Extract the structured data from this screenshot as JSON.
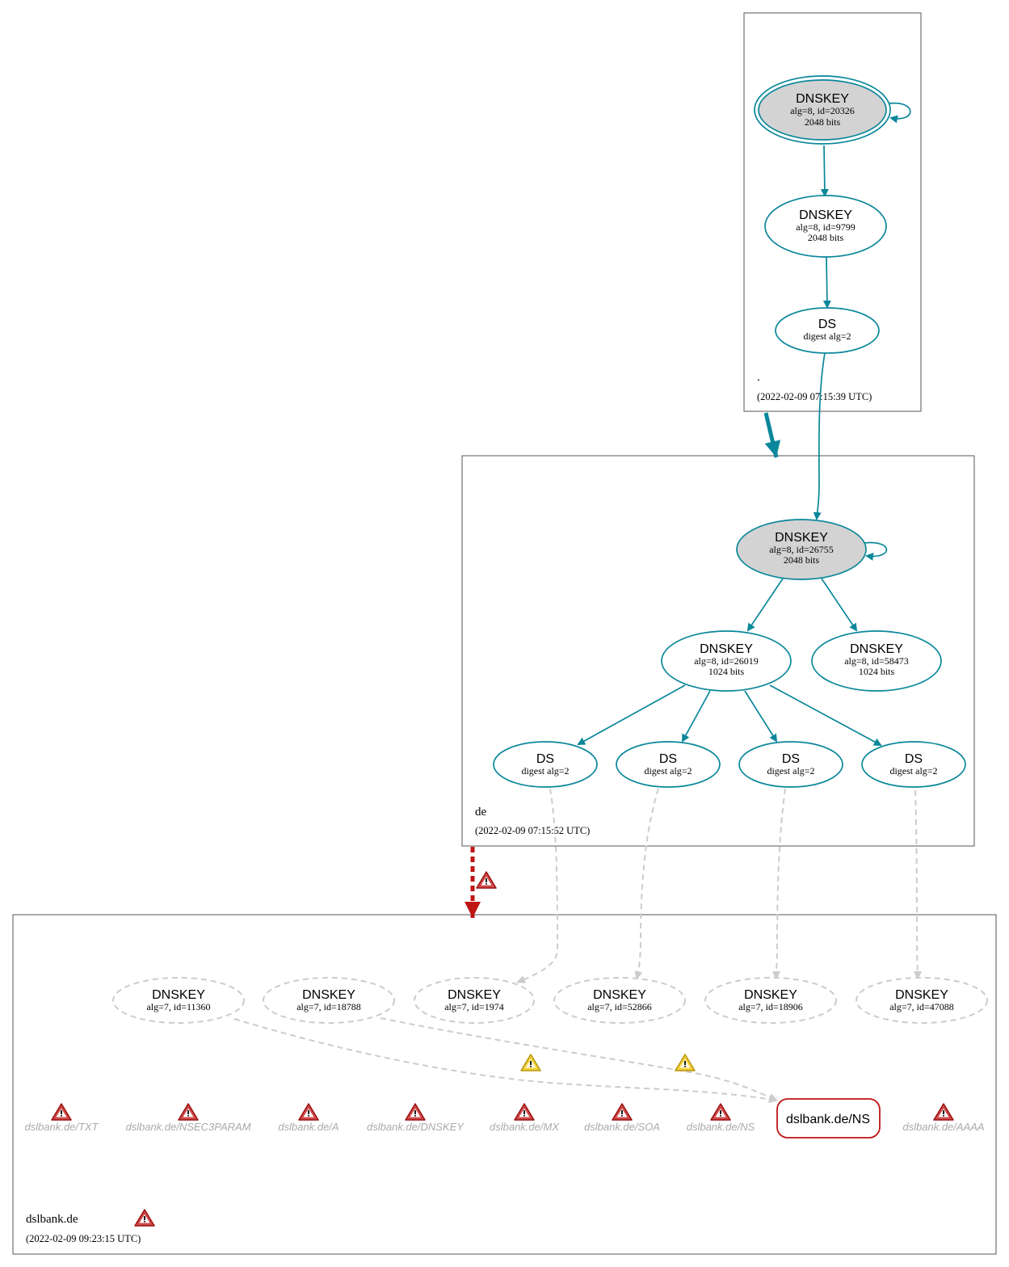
{
  "zones": [
    {
      "id": "root",
      "name": ".",
      "timestamp": "(2022-02-09 07:15:39 UTC)"
    },
    {
      "id": "de",
      "name": "de",
      "timestamp": "(2022-02-09 07:15:52 UTC)"
    },
    {
      "id": "dslbank",
      "name": "dslbank.de",
      "timestamp": "(2022-02-09 09:23:15 UTC)"
    }
  ],
  "nodes": {
    "root_ksk": {
      "title": "DNSKEY",
      "sub1": "alg=8, id=20326",
      "sub2": "2048 bits"
    },
    "root_zsk": {
      "title": "DNSKEY",
      "sub1": "alg=8, id=9799",
      "sub2": "2048 bits"
    },
    "root_ds": {
      "title": "DS",
      "sub1": "digest alg=2"
    },
    "de_ksk": {
      "title": "DNSKEY",
      "sub1": "alg=8, id=26755",
      "sub2": "2048 bits"
    },
    "de_zsk1": {
      "title": "DNSKEY",
      "sub1": "alg=8, id=26019",
      "sub2": "1024 bits"
    },
    "de_zsk2": {
      "title": "DNSKEY",
      "sub1": "alg=8, id=58473",
      "sub2": "1024 bits"
    },
    "de_ds1": {
      "title": "DS",
      "sub1": "digest alg=2"
    },
    "de_ds2": {
      "title": "DS",
      "sub1": "digest alg=2"
    },
    "de_ds3": {
      "title": "DS",
      "sub1": "digest alg=2"
    },
    "de_ds4": {
      "title": "DS",
      "sub1": "digest alg=2"
    },
    "dsl_k1": {
      "title": "DNSKEY",
      "sub1": "alg=7, id=11360"
    },
    "dsl_k2": {
      "title": "DNSKEY",
      "sub1": "alg=7, id=18788"
    },
    "dsl_k3": {
      "title": "DNSKEY",
      "sub1": "alg=7, id=1974"
    },
    "dsl_k4": {
      "title": "DNSKEY",
      "sub1": "alg=7, id=52866"
    },
    "dsl_k5": {
      "title": "DNSKEY",
      "sub1": "alg=7, id=18906"
    },
    "dsl_k6": {
      "title": "DNSKEY",
      "sub1": "alg=7, id=47088"
    }
  },
  "rrsets": [
    "dslbank.de/TXT",
    "dslbank.de/NSEC3PARAM",
    "dslbank.de/A",
    "dslbank.de/DNSKEY",
    "dslbank.de/MX",
    "dslbank.de/SOA",
    "dslbank.de/NS",
    "dslbank.de/AAAA"
  ],
  "ns_rrset": "dslbank.de/NS",
  "colors": {
    "secure": "#0a879a",
    "bogus": "#be1515",
    "insecure": "#cccccc",
    "ksk_fill": "#d3d3d3",
    "warning_yellow": "#f4d03f",
    "error_red": "#c0392b"
  }
}
